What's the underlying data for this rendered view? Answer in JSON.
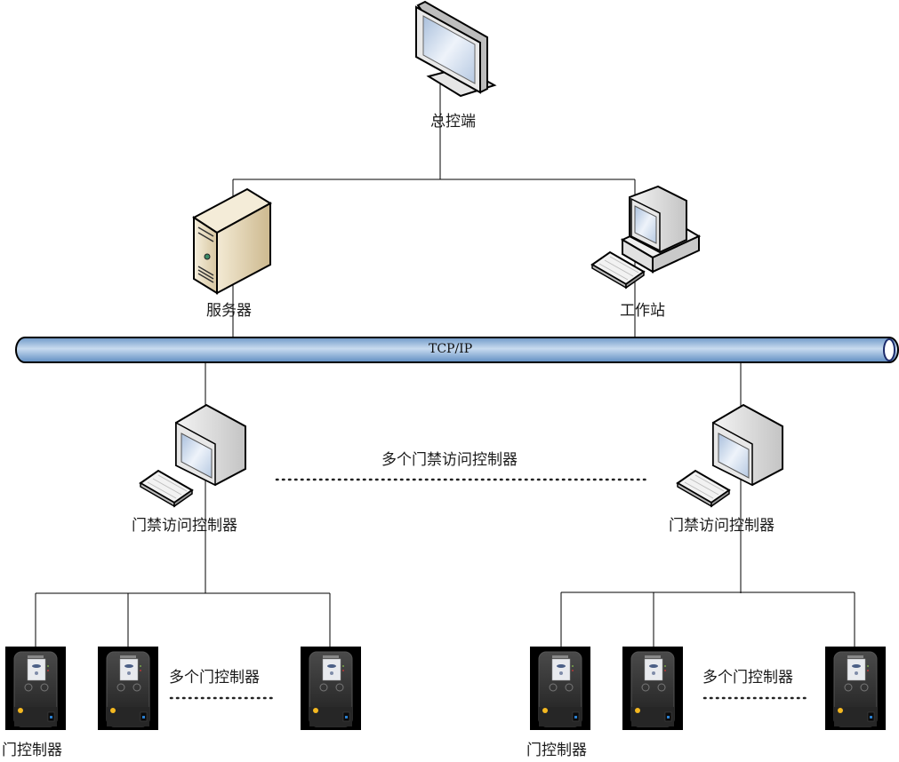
{
  "diagram": {
    "title": "门禁系统网络拓扑",
    "nodes": {
      "master": {
        "label": "总控端",
        "icon": "lcd-monitor-icon"
      },
      "server": {
        "label": "服务器",
        "icon": "server-tower-icon"
      },
      "workstation": {
        "label": "工作站",
        "icon": "workstation-pc-icon"
      },
      "bus": {
        "label": "TCP/IP",
        "icon": "network-bus-pipe"
      },
      "controller_left": {
        "label": "门禁访问控制器",
        "icon": "desktop-pc-icon"
      },
      "controller_right": {
        "label": "门禁访问控制器",
        "icon": "desktop-pc-icon"
      },
      "multi_controllers": {
        "label": "多个门禁访问控制器"
      },
      "door_left_label": "门控制器",
      "door_right_label": "门控制器",
      "multi_doors_left": "多个门控制器",
      "multi_doors_right": "多个门控制器"
    },
    "colors": {
      "line": "#000000",
      "bus_fill": "#8fb3d9",
      "bus_highlight": "#c9dcef",
      "server_body": "#e8dcc0",
      "device_body": "#2b2b2b"
    }
  }
}
